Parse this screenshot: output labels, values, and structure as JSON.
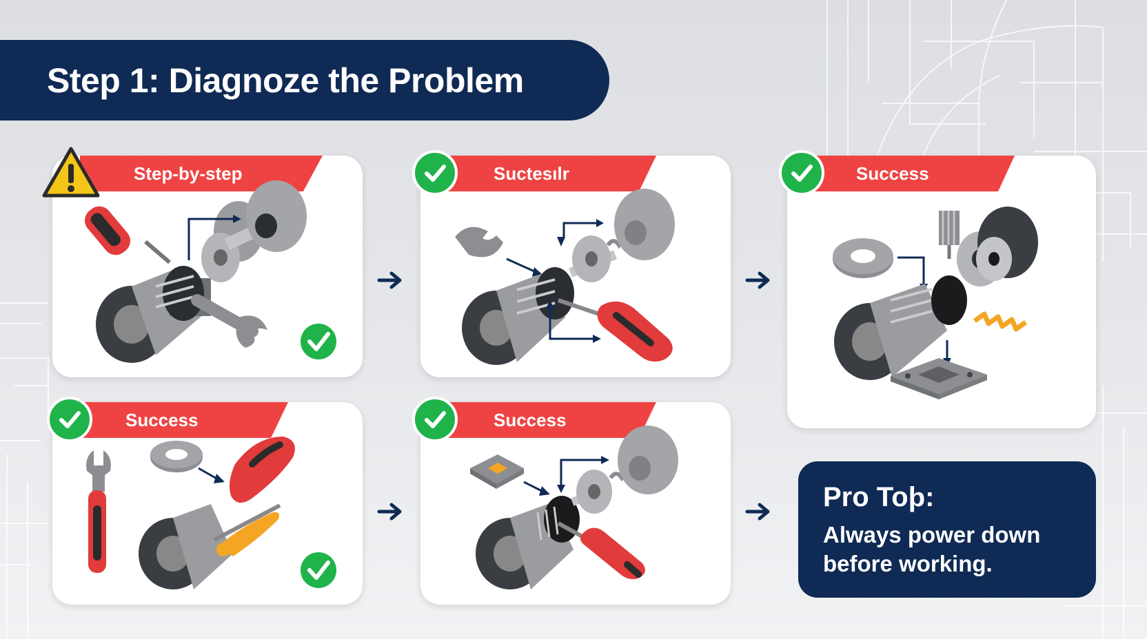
{
  "title": "Step 1: Diagnoze the Problem",
  "cards": [
    {
      "label": "Step-by-step",
      "badge": "warning-icon"
    },
    {
      "label": "Suctesılr",
      "badge": "check-icon"
    },
    {
      "label": "Success",
      "badge": "check-icon"
    },
    {
      "label": "Success",
      "badge": "check-icon"
    },
    {
      "label": "Success",
      "badge": "check-icon"
    }
  ],
  "pro_tip": {
    "title": "Pro Toþ:",
    "body": "Always power down before working."
  },
  "colors": {
    "navy": "#0f2a54",
    "banner_red": "#ef4343",
    "success_green": "#1fb34a",
    "warning_yellow": "#f5c518"
  }
}
